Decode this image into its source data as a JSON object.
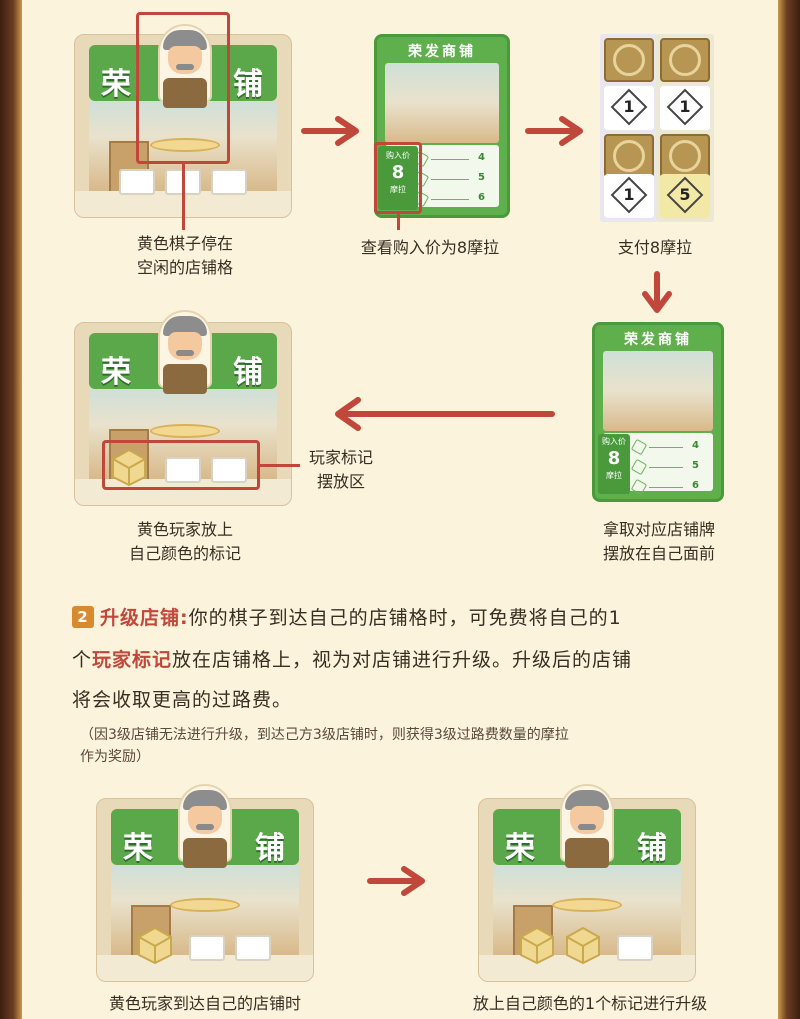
{
  "step1": {
    "caption_l1": "黄色棋子停在",
    "caption_l2": "空闲的店铺格"
  },
  "step2": {
    "caption": "查看购入价为8摩拉",
    "card_title": "荣发商铺",
    "price_label": "购入价",
    "price_value": "8",
    "price_unit": "摩拉",
    "tiers": [
      "4",
      "5",
      "6"
    ]
  },
  "step3": {
    "caption": "支付8摩拉",
    "mora_values": [
      "1",
      "1",
      "1",
      "5"
    ]
  },
  "step4": {
    "caption_l1": "拿取对应店铺牌",
    "caption_l2": "摆放在自己面前",
    "card_title": "荣发商铺",
    "price_label": "购入价",
    "price_value": "8",
    "price_unit": "摩拉",
    "tiers": [
      "4",
      "5",
      "6"
    ]
  },
  "step5": {
    "caption_l1": "黄色玩家放上",
    "caption_l2": "自己颜色的标记",
    "marker_zone_l1": "玩家标记",
    "marker_zone_l2": "摆放区"
  },
  "tile": {
    "banner_l": "荣",
    "banner_r": "铺"
  },
  "section2": {
    "num": "2",
    "title": "升级店铺:",
    "line1": "你的棋子到达自己的店铺格时，可免费将自己的1",
    "line2_pre": "个",
    "line2_hl": "玩家标记",
    "line2_post": "放在店铺格上，视为对店铺进行升级。升级后的店铺",
    "line3": "将会收取更高的过路费。",
    "note_l1": "（因3级店铺无法进行升级，到达己方3级店铺时，则获得3级过路费数量的摩拉",
    "note_l2": "作为奖励）"
  },
  "upgrade": {
    "caption_left": "黄色玩家到达自己的店铺时",
    "caption_right": "放上自己颜色的1个标记进行升级"
  },
  "colors": {
    "accent_red": "#c0473a",
    "shop_green": "#5aa84a",
    "paper": "#fbf3dc"
  }
}
